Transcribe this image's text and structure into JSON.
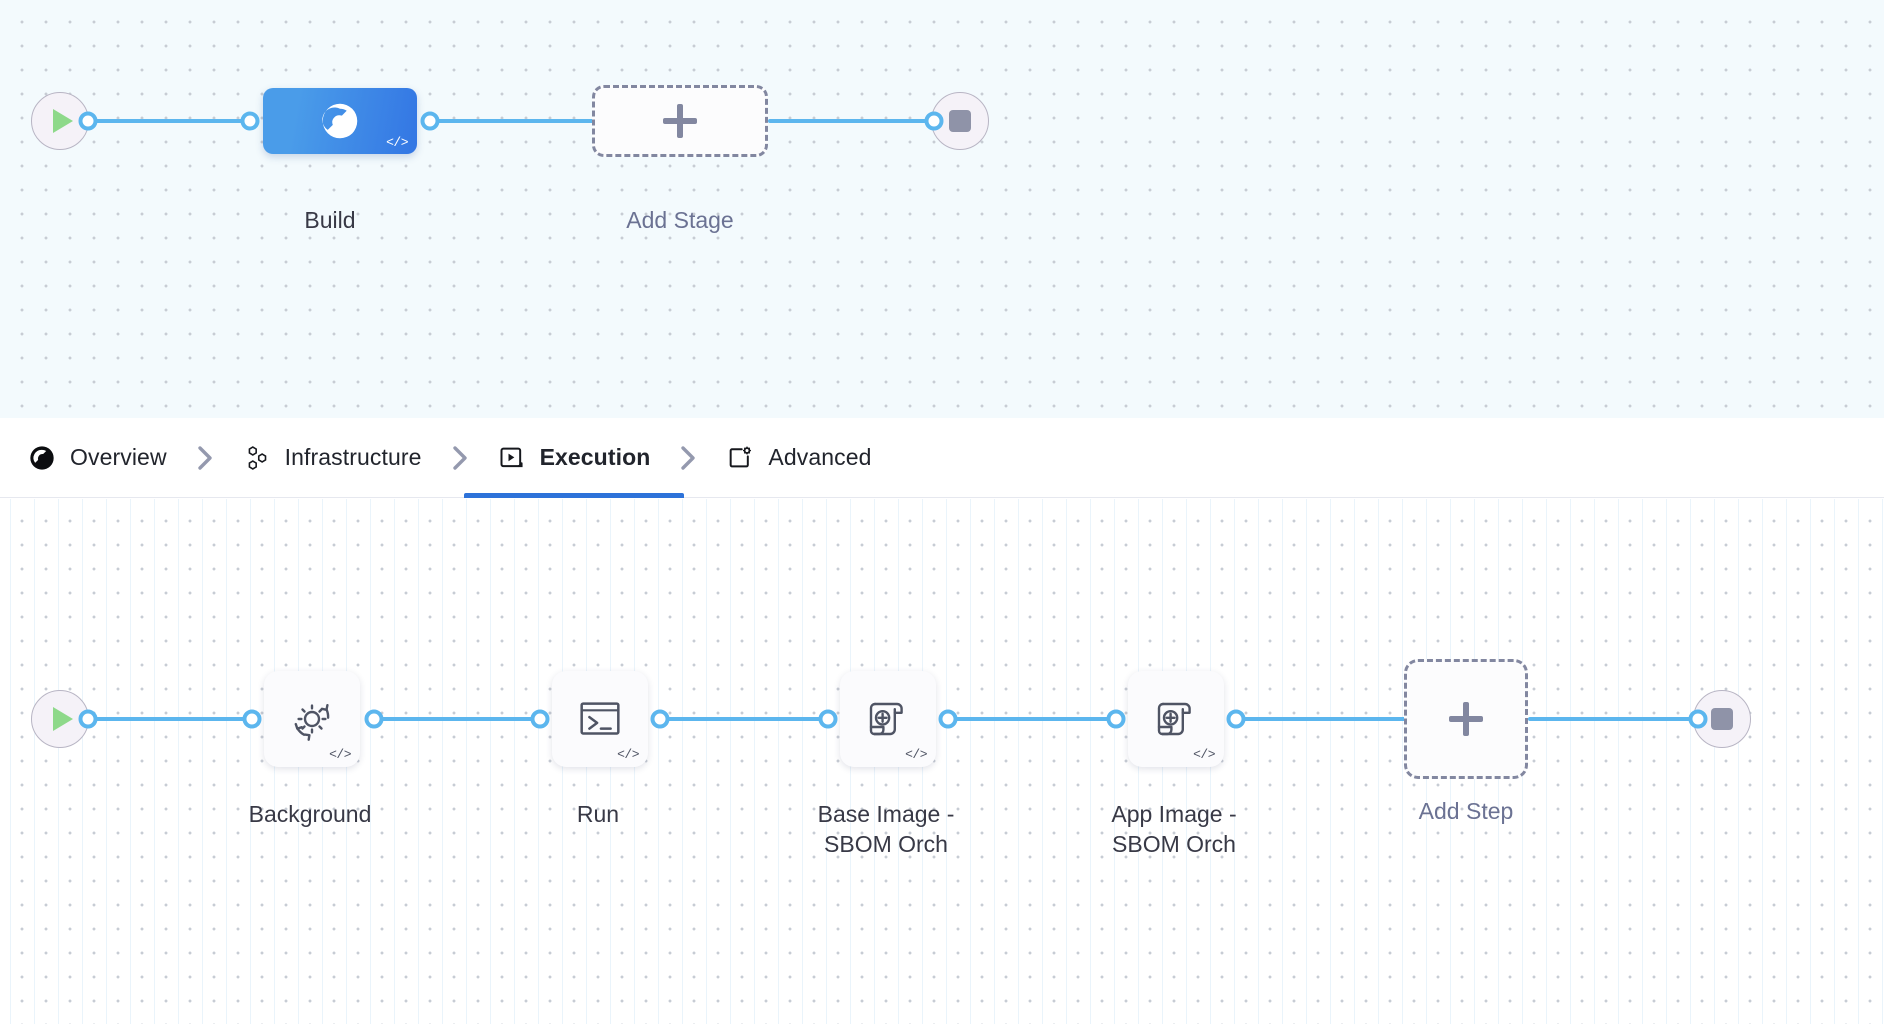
{
  "stage_graph": {
    "start_node": {
      "name": "start-node",
      "icon": "play-icon"
    },
    "end_node": {
      "name": "end-node",
      "icon": "stop-icon"
    },
    "nodes": [
      {
        "id": "build",
        "label": "Build",
        "icon": "harness-ci-icon",
        "type": "stage",
        "code_badge": "</>",
        "selected": true
      },
      {
        "id": "add-stage",
        "label": "Add Stage",
        "icon": "plus-icon",
        "type": "add"
      }
    ]
  },
  "tabs": {
    "items": [
      {
        "id": "overview",
        "label": "Overview",
        "icon": "overview-icon",
        "active": false
      },
      {
        "id": "infrastructure",
        "label": "Infrastructure",
        "icon": "hexagon-cluster-icon",
        "active": false
      },
      {
        "id": "execution",
        "label": "Execution",
        "icon": "execution-play-box-icon",
        "active": true
      },
      {
        "id": "advanced",
        "label": "Advanced",
        "icon": "advanced-gear-box-icon",
        "active": false
      }
    ],
    "separator_icon": "chevron-right-icon"
  },
  "step_graph": {
    "start_node": {
      "name": "start-node",
      "icon": "play-icon"
    },
    "end_node": {
      "name": "end-node",
      "icon": "stop-icon"
    },
    "nodes": [
      {
        "id": "background",
        "label": "Background",
        "icon": "gear-refresh-icon",
        "type": "step",
        "code_badge": "</>"
      },
      {
        "id": "run",
        "label": "Run",
        "icon": "terminal-icon",
        "type": "step",
        "code_badge": "</>"
      },
      {
        "id": "base-image-sbom-orch",
        "label": "Base Image -\nSBOM Orch",
        "icon": "sbom-scroll-icon",
        "type": "step",
        "code_badge": "</>"
      },
      {
        "id": "app-image-sbom-orch",
        "label": "App Image -\nSBOM Orch",
        "icon": "sbom-scroll-icon",
        "type": "step",
        "code_badge": "</>"
      },
      {
        "id": "add-step",
        "label": "Add Step",
        "icon": "plus-icon",
        "type": "add"
      }
    ]
  },
  "colors": {
    "edge": "#5cb6ee",
    "stage_selected_gradient_from": "#4a9ce9",
    "stage_selected_gradient_to": "#3376e4",
    "active_tab_underline": "#2d72d9",
    "stage_canvas_bg": "#f3fafd",
    "step_canvas_bg": "#ffffff",
    "label_text": "#383946",
    "muted_text": "#6b7293",
    "play_green": "#8ed98a",
    "stop_gray": "#8f93a8"
  }
}
